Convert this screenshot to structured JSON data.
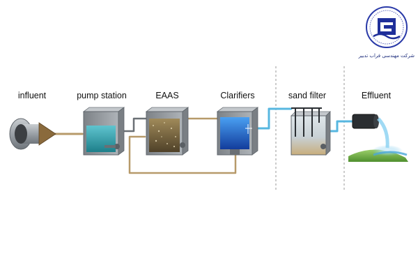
{
  "stages": [
    {
      "key": "influent",
      "label": "influent"
    },
    {
      "key": "pump",
      "label": "pump station"
    },
    {
      "key": "eaas",
      "label": "EAAS"
    },
    {
      "key": "clarifiers",
      "label": "Clarifiers"
    },
    {
      "key": "sand",
      "label": "sand filter"
    },
    {
      "key": "effluent",
      "label": "Effluent"
    }
  ],
  "logo": {
    "caption": "شرکت مهندسی فراب تدبیر",
    "colors": {
      "primary": "#1f2f9a",
      "ring": "#2a3aa8"
    }
  },
  "colors": {
    "pipe_brown": "#b79a6a",
    "pipe_blue": "#57b7e0",
    "water_teal": "#2fa6b4",
    "water_blue": "#1f6fe0",
    "sludge": "#7a6640",
    "tank_frame": "#8d9296"
  }
}
